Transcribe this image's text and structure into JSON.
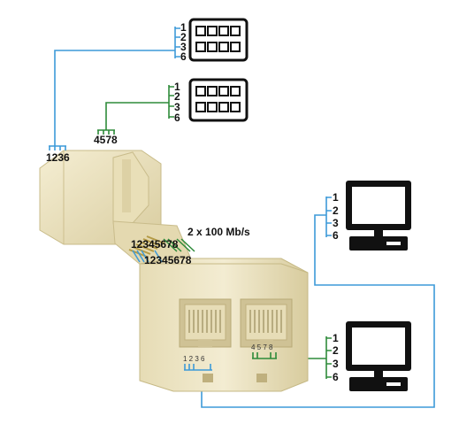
{
  "labels": {
    "top_left_pins": "1236",
    "top_mid_pins": "4578",
    "cable_pins_top": "12345678",
    "cable_pins_bottom": "12345678",
    "speed": "2 x 100 Mb/s",
    "port_left_pins": "1 2 3  6",
    "port_right_pins": "4 5  7 8"
  },
  "switch_pins": [
    "1",
    "2",
    "3",
    "6"
  ],
  "computer_pins": [
    "1",
    "2",
    "3",
    "6"
  ],
  "icons": {
    "switch": "network-switch-icon",
    "computer": "computer-monitor-icon"
  },
  "colors": {
    "blue": "#3d9ad8",
    "green": "#2e8b3a",
    "beige": "#efe6c4",
    "beige_dark": "#d6c99b",
    "black": "#111111"
  }
}
